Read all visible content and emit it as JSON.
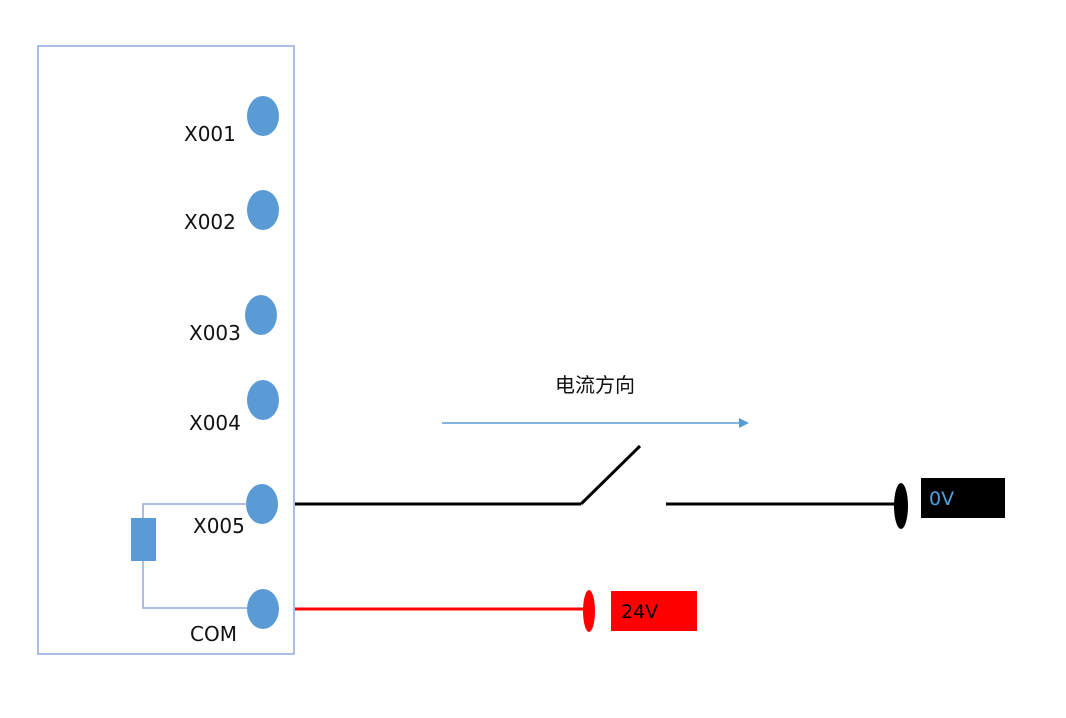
{
  "terminals": {
    "x001": "X001",
    "x002": "X002",
    "x003": "X003",
    "x004": "X004",
    "x005": "X005",
    "com": "COM"
  },
  "current_direction_label": "电流方向",
  "supply": {
    "zero_volt_label": "0V",
    "twentyfour_volt_label": "24V"
  },
  "colors": {
    "terminal_fill": "#5b9bd5",
    "panel_border": "#8faadc",
    "zero_volt_box": "#000000",
    "zero_volt_text": "#4aa3df",
    "twentyfour_volt_box": "#ff0000",
    "twentyfour_volt_text": "#000000",
    "arrow": "#5b9bd5",
    "wire_black": "#000000",
    "wire_red": "#ff0000",
    "resistor_fill": "#5b9bd5"
  }
}
